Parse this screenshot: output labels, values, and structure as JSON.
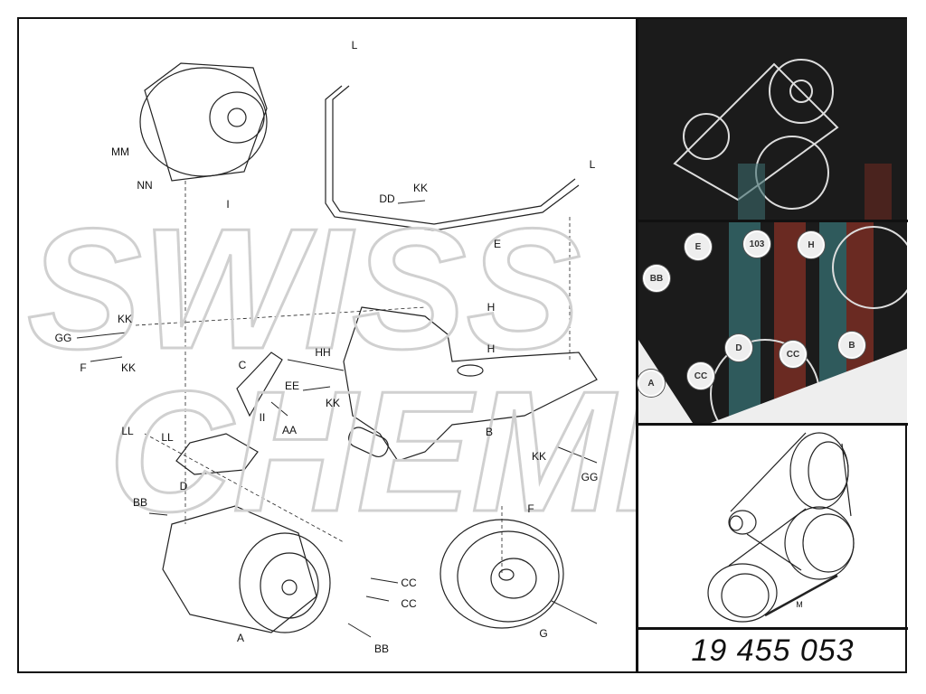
{
  "diagram_labels": [
    "L",
    "MM",
    "NN",
    "I",
    "DD",
    "KK",
    "L",
    "E",
    "H",
    "H",
    "KK",
    "GG",
    "F",
    "KK",
    "HH",
    "C",
    "EE",
    "KK",
    "II",
    "AA",
    "B",
    "LL",
    "LL",
    "KK",
    "GG",
    "D",
    "BB",
    "F",
    "CC",
    "A",
    "G",
    "BB",
    "CC"
  ],
  "photo_labels": [
    "E",
    "103",
    "H",
    "BB",
    "D",
    "CC",
    "B",
    "A",
    "CC"
  ],
  "belt_label": "M",
  "part_number": "19 455 053",
  "watermark": [
    "SWISS",
    "CHEMI"
  ],
  "colors": {
    "border": "#111111",
    "photo_bg": "#1b1b1b",
    "photo_red": "#6a2a22",
    "photo_teal": "#2f5a5c"
  }
}
